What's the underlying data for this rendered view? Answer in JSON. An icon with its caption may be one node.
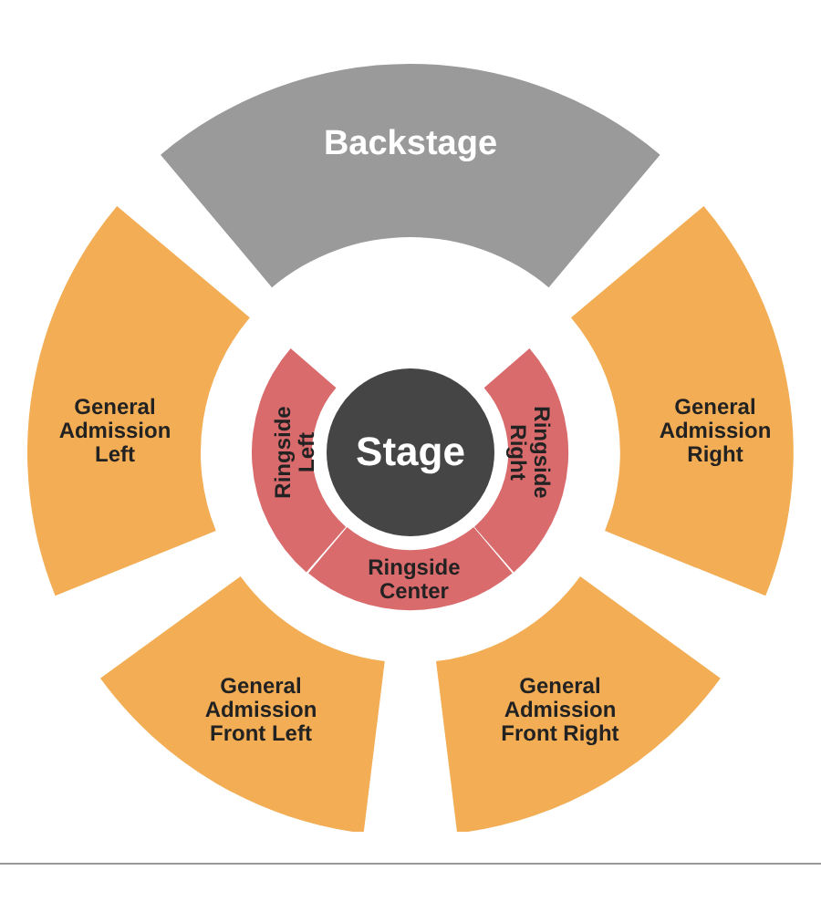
{
  "diagram": {
    "nodes": [
      {
        "text": [
          "Backstage"
        ]
      },
      {
        "text": [
          "General Admission Left"
        ]
      },
      {
        "text": [
          "General Admission Right"
        ]
      },
      {
        "text": [
          "Ringside Left"
        ]
      },
      {
        "text": [
          "Stage"
        ]
      },
      {
        "text": [
          "Ringside Right"
        ]
      },
      {
        "text": [
          "Ringside Center"
        ]
      },
      {
        "text": [
          "General Admission Front Left"
        ]
      },
      {
        "text": [
          "General Admission Front Right"
        ]
      }
    ]
  }
}
